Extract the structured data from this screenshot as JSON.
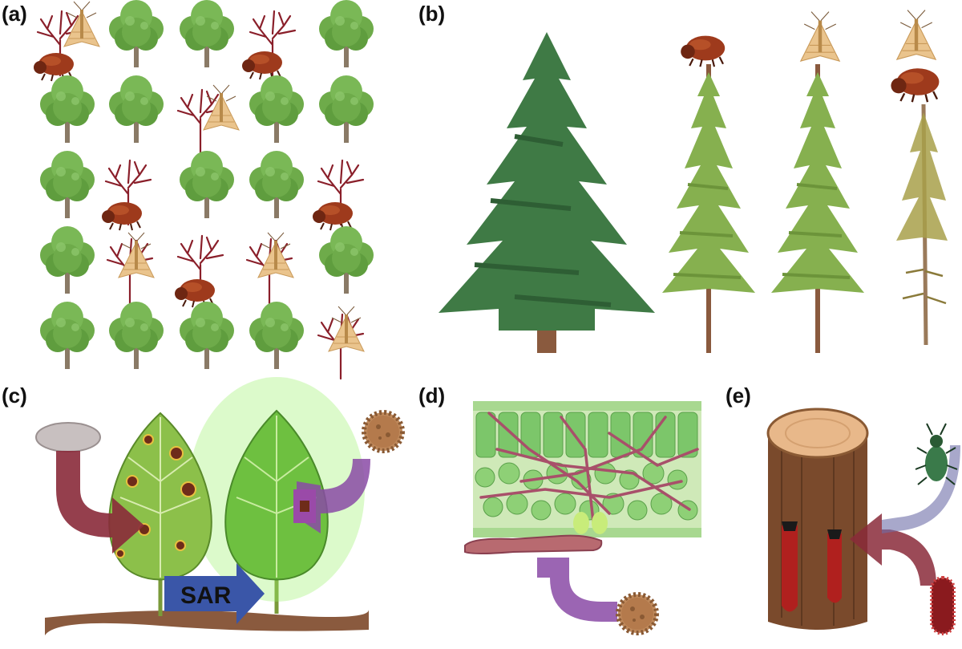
{
  "panels": [
    {
      "id": "a",
      "label": "(a)"
    },
    {
      "id": "b",
      "label": "(b)"
    },
    {
      "id": "c",
      "label": "(c)"
    },
    {
      "id": "d",
      "label": "(d)"
    },
    {
      "id": "e",
      "label": "(e)"
    }
  ],
  "panel_c": {
    "sar_label": "SAR"
  },
  "colors": {
    "tree_green": "#6eab4a",
    "tree_dark": "#4f8a34",
    "spruce_dark": "#3f7a45",
    "spruce_light": "#86b04f",
    "beetle_red": "#9e3a1c",
    "moth_tan": "#eac48d",
    "arrow_maroon": "#8a2a3a",
    "arrow_purple": "#8a4aa6",
    "sar_blue": "#3a56a8",
    "stump_brown": "#7a4a2c",
    "canker_red": "#b0201e"
  }
}
